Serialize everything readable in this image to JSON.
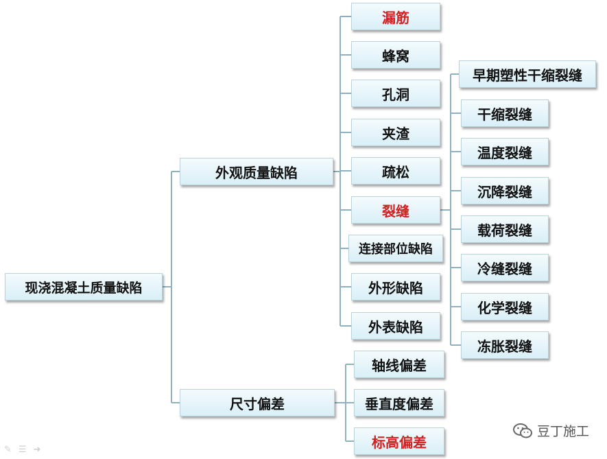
{
  "root": {
    "label": "现浇混凝土质量缺陷"
  },
  "level1": [
    {
      "label": "外观质量缺陷"
    },
    {
      "label": "尺寸偏差"
    }
  ],
  "appearance_children": [
    {
      "label": "漏筋",
      "highlight": true
    },
    {
      "label": "蜂窝",
      "highlight": false
    },
    {
      "label": "孔洞",
      "highlight": false
    },
    {
      "label": "夹渣",
      "highlight": false
    },
    {
      "label": "疏松",
      "highlight": false
    },
    {
      "label": "裂缝",
      "highlight": true
    },
    {
      "label": "连接部位缺陷",
      "highlight": false
    },
    {
      "label": "外形缺陷",
      "highlight": false
    },
    {
      "label": "外表缺陷",
      "highlight": false
    }
  ],
  "crack_children": [
    {
      "label": "早期塑性干缩裂缝"
    },
    {
      "label": "干缩裂缝"
    },
    {
      "label": "温度裂缝"
    },
    {
      "label": "沉降裂缝"
    },
    {
      "label": "载荷裂缝"
    },
    {
      "label": "冷缝裂缝"
    },
    {
      "label": "化学裂缝"
    },
    {
      "label": "冻胀裂缝"
    }
  ],
  "dimension_children": [
    {
      "label": "轴线偏差",
      "highlight": false
    },
    {
      "label": "垂直度偏差",
      "highlight": false
    },
    {
      "label": "标高偏差",
      "highlight": true
    }
  ],
  "colors": {
    "highlight": "#d42020",
    "text": "#111111",
    "connector": "#8fb0bd",
    "node_fill": "#e6f4f9"
  },
  "watermark": {
    "text": "豆丁施工",
    "icon": "wechat-icon"
  }
}
